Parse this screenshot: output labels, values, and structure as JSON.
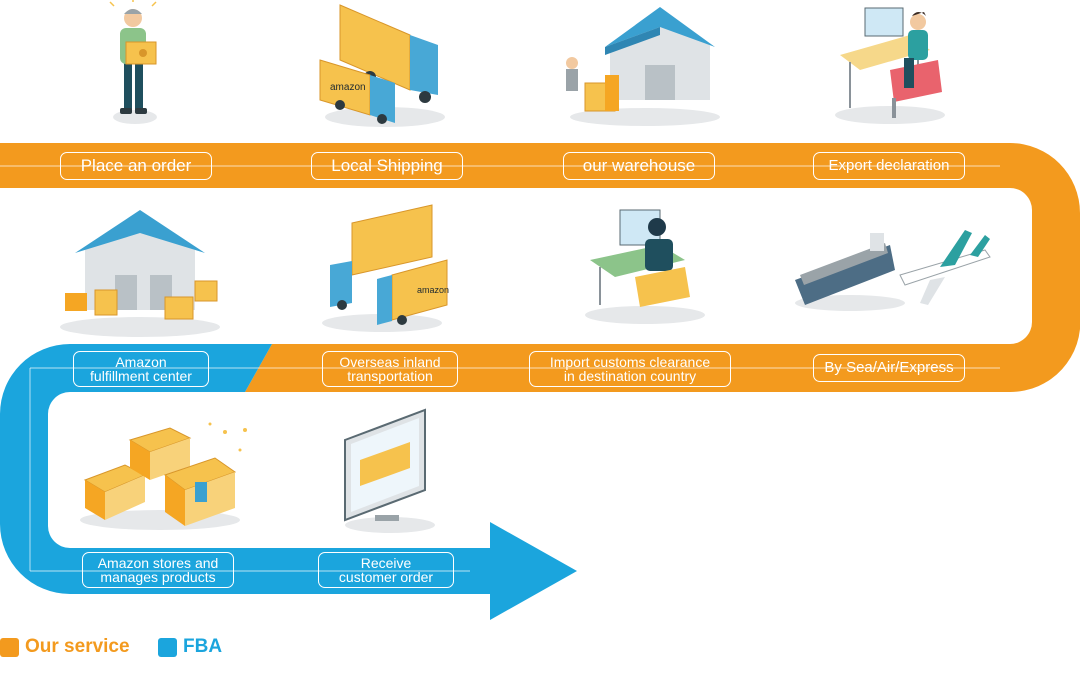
{
  "colors": {
    "our_service": "#F39A1E",
    "fba": "#1BA5DD"
  },
  "steps": [
    {
      "label": "Place an order",
      "service": "our_service",
      "icon": "person-holding-box-icon"
    },
    {
      "label": "Local Shipping",
      "service": "our_service",
      "icon": "amazon-trucks-icon"
    },
    {
      "label": "our warehouse",
      "service": "our_service",
      "icon": "warehouse-forklift-icon"
    },
    {
      "label": "Export declaration",
      "service": "our_service",
      "icon": "person-at-computer-desk-icon"
    },
    {
      "label": "By Sea/Air/Express",
      "service": "our_service",
      "icon": "ship-and-airplane-icon"
    },
    {
      "label": "Import customs clearance\nin destination country",
      "service": "our_service",
      "icon": "customs-officer-at-computer-icon"
    },
    {
      "label": "Overseas inland\ntransportation",
      "service": "our_service",
      "icon": "trucks-inland-icon"
    },
    {
      "label": "Amazon\nfulfillment center",
      "service": "fba",
      "icon": "fulfillment-center-icon"
    },
    {
      "label": "Amazon stores and\nmanages products",
      "service": "fba",
      "icon": "amazon-boxes-icon"
    },
    {
      "label": "Receive\ncustomer order",
      "service": "fba",
      "icon": "monitor-order-icon"
    }
  ],
  "legend": [
    {
      "label": "Our service",
      "color": "#F39A1E"
    },
    {
      "label": "FBA",
      "color": "#1BA5DD"
    }
  ]
}
